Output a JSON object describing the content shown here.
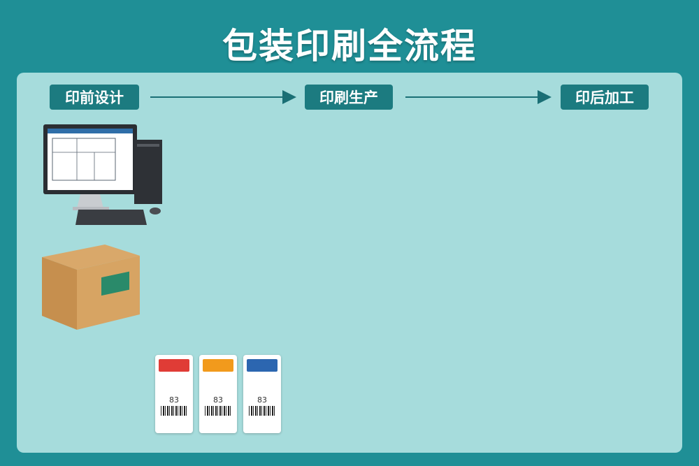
{
  "title": "包装印刷全流程",
  "stages": [
    {
      "label": "印前设计"
    },
    {
      "label": "印刷生产"
    },
    {
      "label": "印后加工"
    }
  ],
  "labels": [
    {
      "code": "83",
      "band_color": "#e03c36"
    },
    {
      "code": "83",
      "band_color": "#f29a1c"
    },
    {
      "code": "83",
      "band_color": "#2c66b0"
    }
  ],
  "colors": {
    "background": "#1f8f96",
    "panel": "#a6dcdc",
    "stage_box": "#1c7b80",
    "arrow": "#1a6f75",
    "machine_teal": "#2a8a96",
    "machine_white": "#e8ecec"
  },
  "icons": [
    "computer-icon",
    "carton-box-icon",
    "hang-tag-icon",
    "barcode-label-icon",
    "printing-press-icon",
    "conveyor-machine-icon",
    "operator-icon"
  ]
}
